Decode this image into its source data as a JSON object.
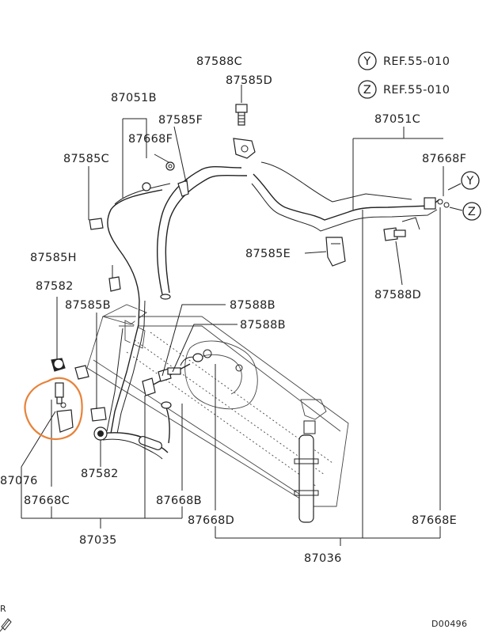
{
  "labels": {
    "p87588C": "87588C",
    "p87585D": "87585D",
    "p87051B": "87051B",
    "p87585F": "87585F",
    "p87668F_left": "87668F",
    "p87585C": "87585C",
    "p87051C": "87051C",
    "p87668F_right": "87668F",
    "p87585E": "87585E",
    "p87588D": "87588D",
    "p87585H": "87585H",
    "p87582_top": "87582",
    "p87585B": "87585B",
    "p87588B_1": "87588B",
    "p87588B_2": "87588B",
    "p87076": "87076",
    "p87668C": "87668C",
    "p87582_bottom": "87582",
    "p87668B": "87668B",
    "p87668D": "87668D",
    "p87668E": "87668E",
    "p87035": "87035",
    "p87036": "87036"
  },
  "references": [
    {
      "letter": "Y",
      "text": "REF.55-010"
    },
    {
      "letter": "Z",
      "text": "REF.55-010"
    }
  ],
  "connector_marks": {
    "y": "Y",
    "z": "Z"
  },
  "corner_left": "R",
  "diagram_id": "D00496",
  "colors": {
    "highlight": "#E8823A",
    "ink": "#222222"
  }
}
